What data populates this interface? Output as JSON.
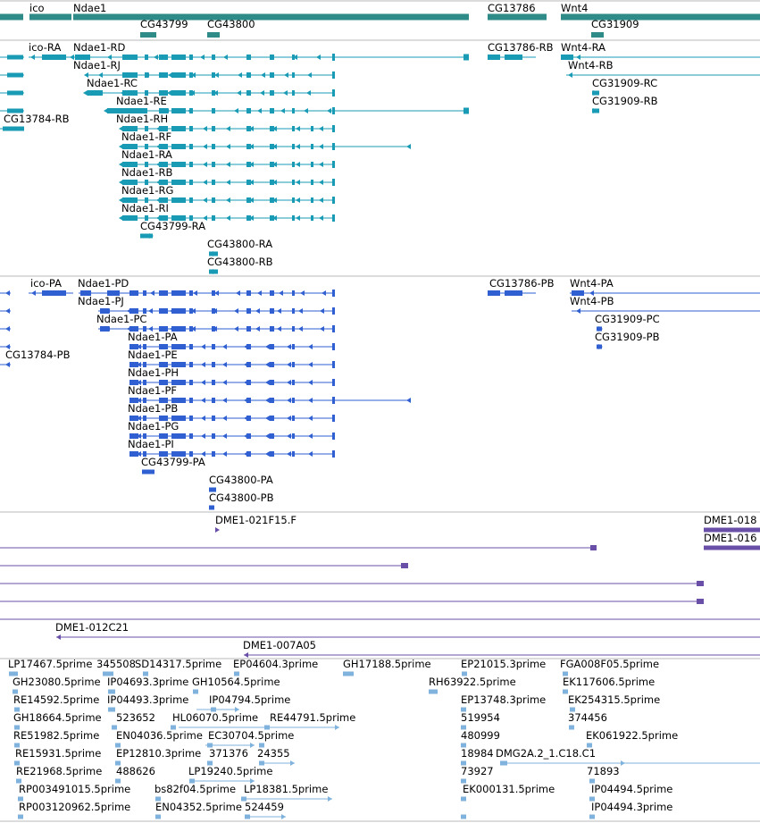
{
  "colors": {
    "gene": "#2e8b87",
    "transcript": "#1a9bb5",
    "protein": "#2f5fd0",
    "alignment": "#6a4fa8",
    "est": "#7fb2dc",
    "divider": "#b8b8b8",
    "panel_bg": "#ffffff"
  },
  "tracks": {
    "genes": [
      {
        "id": "ico",
        "label": "ico"
      },
      {
        "id": "ndae1",
        "label": "Ndae1"
      },
      {
        "id": "cg43799",
        "label": "CG43799"
      },
      {
        "id": "cg43800",
        "label": "CG43800"
      },
      {
        "id": "cg13786",
        "label": "CG13786"
      },
      {
        "id": "wnt4",
        "label": "Wnt4"
      },
      {
        "id": "cg31909",
        "label": "CG31909"
      }
    ],
    "transcripts": [
      {
        "id": "ico-ra",
        "label": "ico-RA"
      },
      {
        "id": "ndae1-rd",
        "label": "Ndae1-RD"
      },
      {
        "id": "cg13786-rb",
        "label": "CG13786-RB"
      },
      {
        "id": "wnt4-ra",
        "label": "Wnt4-RA"
      },
      {
        "id": "ndae1-rj",
        "label": "Ndae1-RJ"
      },
      {
        "id": "wnt4-rb",
        "label": "Wnt4-RB"
      },
      {
        "id": "ndae1-rc",
        "label": "Ndae1-RC"
      },
      {
        "id": "cg31909-rc",
        "label": "CG31909-RC"
      },
      {
        "id": "ndae1-re",
        "label": "Ndae1-RE"
      },
      {
        "id": "cg31909-rb",
        "label": "CG31909-RB"
      },
      {
        "id": "cg13784-rb",
        "label": "CG13784-RB"
      },
      {
        "id": "ndae1-rh",
        "label": "Ndae1-RH"
      },
      {
        "id": "ndae1-rf",
        "label": "Ndae1-RF"
      },
      {
        "id": "ndae1-ra",
        "label": "Ndae1-RA"
      },
      {
        "id": "ndae1-rb",
        "label": "Ndae1-RB"
      },
      {
        "id": "ndae1-rg",
        "label": "Ndae1-RG"
      },
      {
        "id": "ndae1-ri",
        "label": "Ndae1-RI"
      },
      {
        "id": "cg43799-ra",
        "label": "CG43799-RA"
      },
      {
        "id": "cg43800-ra",
        "label": "CG43800-RA"
      },
      {
        "id": "cg43800-rb",
        "label": "CG43800-RB"
      }
    ],
    "proteins": [
      {
        "id": "ico-pa",
        "label": "ico-PA"
      },
      {
        "id": "ndae1-pd",
        "label": "Ndae1-PD"
      },
      {
        "id": "cg13786-pb",
        "label": "CG13786-PB"
      },
      {
        "id": "wnt4-pa",
        "label": "Wnt4-PA"
      },
      {
        "id": "ndae1-pj",
        "label": "Ndae1-PJ"
      },
      {
        "id": "wnt4-pb",
        "label": "Wnt4-PB"
      },
      {
        "id": "ndae1-pc",
        "label": "Ndae1-PC"
      },
      {
        "id": "cg31909-pc",
        "label": "CG31909-PC"
      },
      {
        "id": "ndae1-pa",
        "label": "Ndae1-PA"
      },
      {
        "id": "cg31909-pb",
        "label": "CG31909-PB"
      },
      {
        "id": "cg13784-pb",
        "label": "CG13784-PB"
      },
      {
        "id": "ndae1-pe",
        "label": "Ndae1-PE"
      },
      {
        "id": "ndae1-ph",
        "label": "Ndae1-PH"
      },
      {
        "id": "ndae1-pf",
        "label": "Ndae1-PF"
      },
      {
        "id": "ndae1-pb",
        "label": "Ndae1-PB"
      },
      {
        "id": "ndae1-pg",
        "label": "Ndae1-PG"
      },
      {
        "id": "ndae1-pi",
        "label": "Ndae1-PI"
      },
      {
        "id": "cg43799-pa",
        "label": "CG43799-PA"
      },
      {
        "id": "cg43800-pa",
        "label": "CG43800-PA"
      },
      {
        "id": "cg43800-pb",
        "label": "CG43800-PB"
      }
    ],
    "alignments": [
      {
        "id": "dme1-021f15-f",
        "label": "DME1-021F15.F"
      },
      {
        "id": "dme1-018",
        "label": "DME1-018"
      },
      {
        "id": "dme1-016",
        "label": "DME1-016"
      },
      {
        "id": "dme1-012c21",
        "label": "DME1-012C21"
      },
      {
        "id": "dme1-007a05",
        "label": "DME1-007A05"
      }
    ],
    "ests": [
      {
        "id": "lp17467",
        "label": "LP17467.5prime"
      },
      {
        "id": "n345508",
        "label": "345508"
      },
      {
        "id": "sd14317",
        "label": "SD14317.5prime"
      },
      {
        "id": "ep04604",
        "label": "EP04604.3prime"
      },
      {
        "id": "gh17188",
        "label": "GH17188.5prime"
      },
      {
        "id": "ep21015",
        "label": "EP21015.3prime"
      },
      {
        "id": "fga008f05",
        "label": "FGA008F05.5prime"
      },
      {
        "id": "gh23080",
        "label": "GH23080.5prime"
      },
      {
        "id": "ip04693",
        "label": "IP04693.3prime"
      },
      {
        "id": "gh10564",
        "label": "GH10564.5prime"
      },
      {
        "id": "rh63922",
        "label": "RH63922.5prime"
      },
      {
        "id": "ek117606",
        "label": "EK117606.5prime"
      },
      {
        "id": "re14592",
        "label": "RE14592.5prime"
      },
      {
        "id": "ip04493",
        "label": "IP04493.3prime"
      },
      {
        "id": "ip04794",
        "label": "IP04794.5prime"
      },
      {
        "id": "ep13748",
        "label": "EP13748.3prime"
      },
      {
        "id": "ek254315",
        "label": "EK254315.5prime"
      },
      {
        "id": "gh18664",
        "label": "GH18664.5prime"
      },
      {
        "id": "n523652",
        "label": "523652"
      },
      {
        "id": "hl06070",
        "label": "HL06070.5prime"
      },
      {
        "id": "re44791",
        "label": "RE44791.5prime"
      },
      {
        "id": "n519954",
        "label": "519954"
      },
      {
        "id": "n374456",
        "label": "374456"
      },
      {
        "id": "re51982",
        "label": "RE51982.5prime"
      },
      {
        "id": "en04036",
        "label": "EN04036.5prime"
      },
      {
        "id": "ec30704",
        "label": "EC30704.5prime"
      },
      {
        "id": "n480999",
        "label": "480999"
      },
      {
        "id": "ek061922",
        "label": "EK061922.5prime"
      },
      {
        "id": "re15931",
        "label": "RE15931.5prime"
      },
      {
        "id": "ep12810",
        "label": "EP12810.3prime"
      },
      {
        "id": "n371376",
        "label": "371376"
      },
      {
        "id": "n24355",
        "label": "24355"
      },
      {
        "id": "n18984",
        "label": "18984"
      },
      {
        "id": "dmg2a",
        "label": "DMG2A.2_1.C18.C1"
      },
      {
        "id": "re21968",
        "label": "RE21968.5prime"
      },
      {
        "id": "n488626",
        "label": "488626"
      },
      {
        "id": "lp19240",
        "label": "LP19240.5prime"
      },
      {
        "id": "n73927",
        "label": "73927"
      },
      {
        "id": "n71893",
        "label": "71893"
      },
      {
        "id": "rp003491015",
        "label": "RP003491015.5prime"
      },
      {
        "id": "bs82f04",
        "label": "bs82f04.5prime"
      },
      {
        "id": "lp18381",
        "label": "LP18381.5prime"
      },
      {
        "id": "ek000131",
        "label": "EK000131.5prime"
      },
      {
        "id": "ip04494-5",
        "label": "IP04494.5prime"
      },
      {
        "id": "rp003120962",
        "label": "RP003120962.5prime"
      },
      {
        "id": "en04352",
        "label": "EN04352.5prime"
      },
      {
        "id": "n524459",
        "label": "524459"
      },
      {
        "id": "ip04494-3",
        "label": "IP04494.3prime"
      }
    ]
  }
}
